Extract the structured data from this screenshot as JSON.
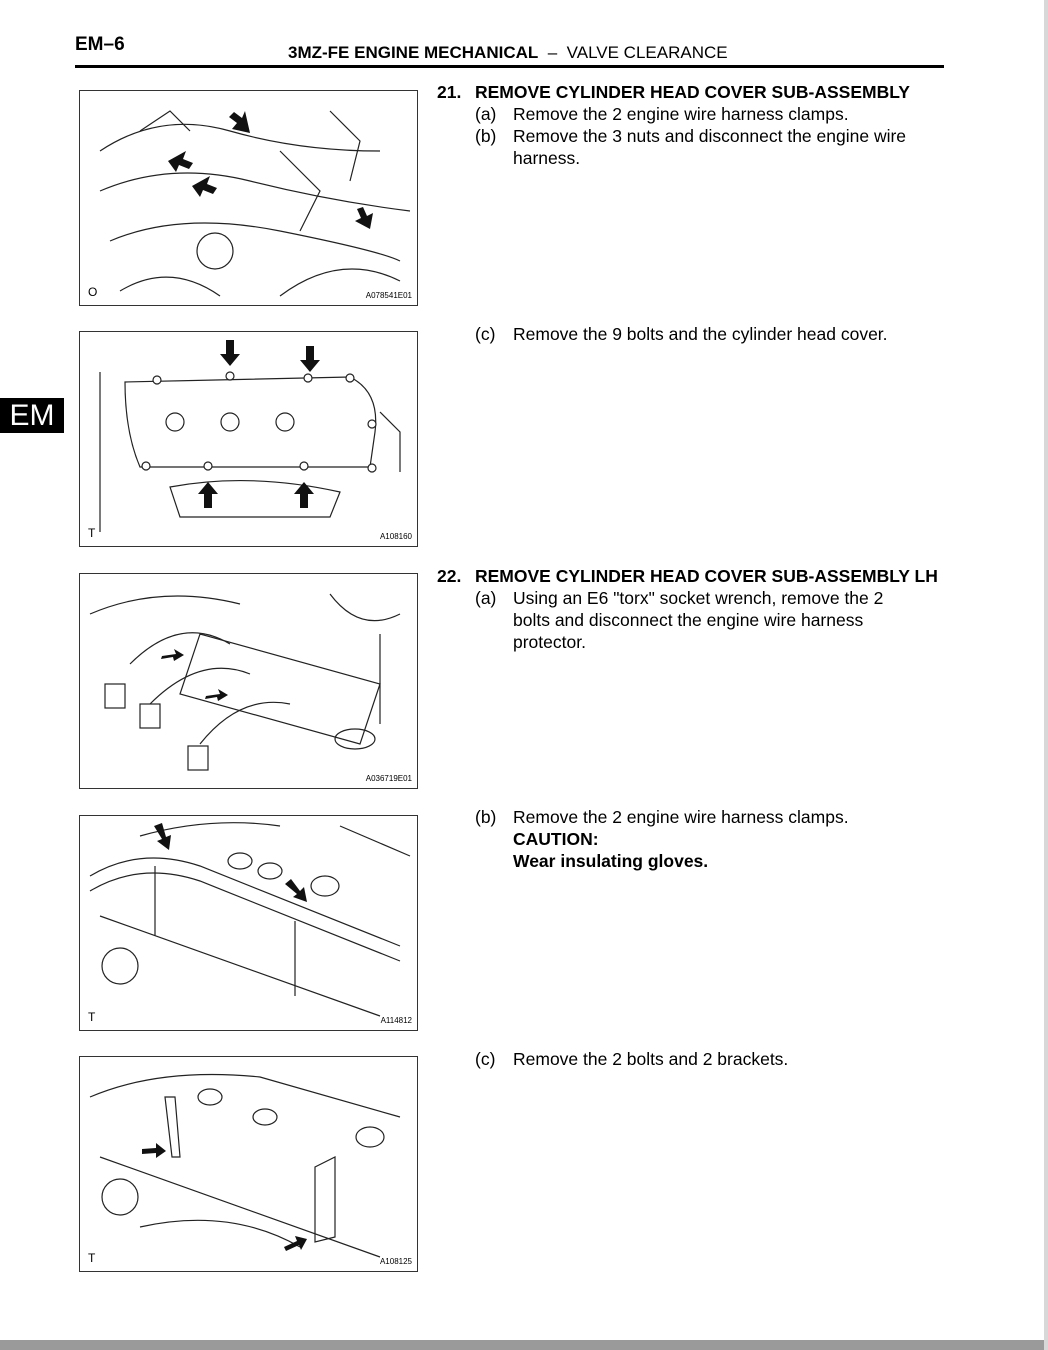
{
  "header": {
    "page_number": "EM–6",
    "section_bold": "3MZ-FE ENGINE MECHANICAL",
    "separator": "–",
    "section": "VALVE CLEARANCE"
  },
  "side_tab": "EM",
  "figures": [
    {
      "mark": "O",
      "code": "A078541E01"
    },
    {
      "mark": "T",
      "code": "A108160"
    },
    {
      "mark": "",
      "code": "A036719E01"
    },
    {
      "mark": "T",
      "code": "A114812"
    },
    {
      "mark": "T",
      "code": "A108125"
    }
  ],
  "steps": [
    {
      "number": "21.",
      "title": "REMOVE CYLINDER HEAD COVER SUB-ASSEMBLY",
      "items": [
        {
          "label": "(a)",
          "text": "Remove the 2 engine wire harness clamps."
        },
        {
          "label": "(b)",
          "text": "Remove the 3 nuts and disconnect the engine wire harness."
        },
        {
          "label": "(c)",
          "text": "Remove the 9 bolts and the cylinder head cover."
        }
      ]
    },
    {
      "number": "22.",
      "title": "REMOVE CYLINDER HEAD COVER SUB-ASSEMBLY LH",
      "items": [
        {
          "label": "(a)",
          "text": "Using an E6 \"torx\" socket wrench, remove the 2 bolts and disconnect the engine wire harness protector."
        },
        {
          "label": "(b)",
          "text": "Remove the 2 engine wire harness clamps.",
          "caution_label": "CAUTION:",
          "caution_text": "Wear insulating gloves."
        },
        {
          "label": "(c)",
          "text": "Remove the 2 bolts and 2 brackets."
        }
      ]
    }
  ]
}
